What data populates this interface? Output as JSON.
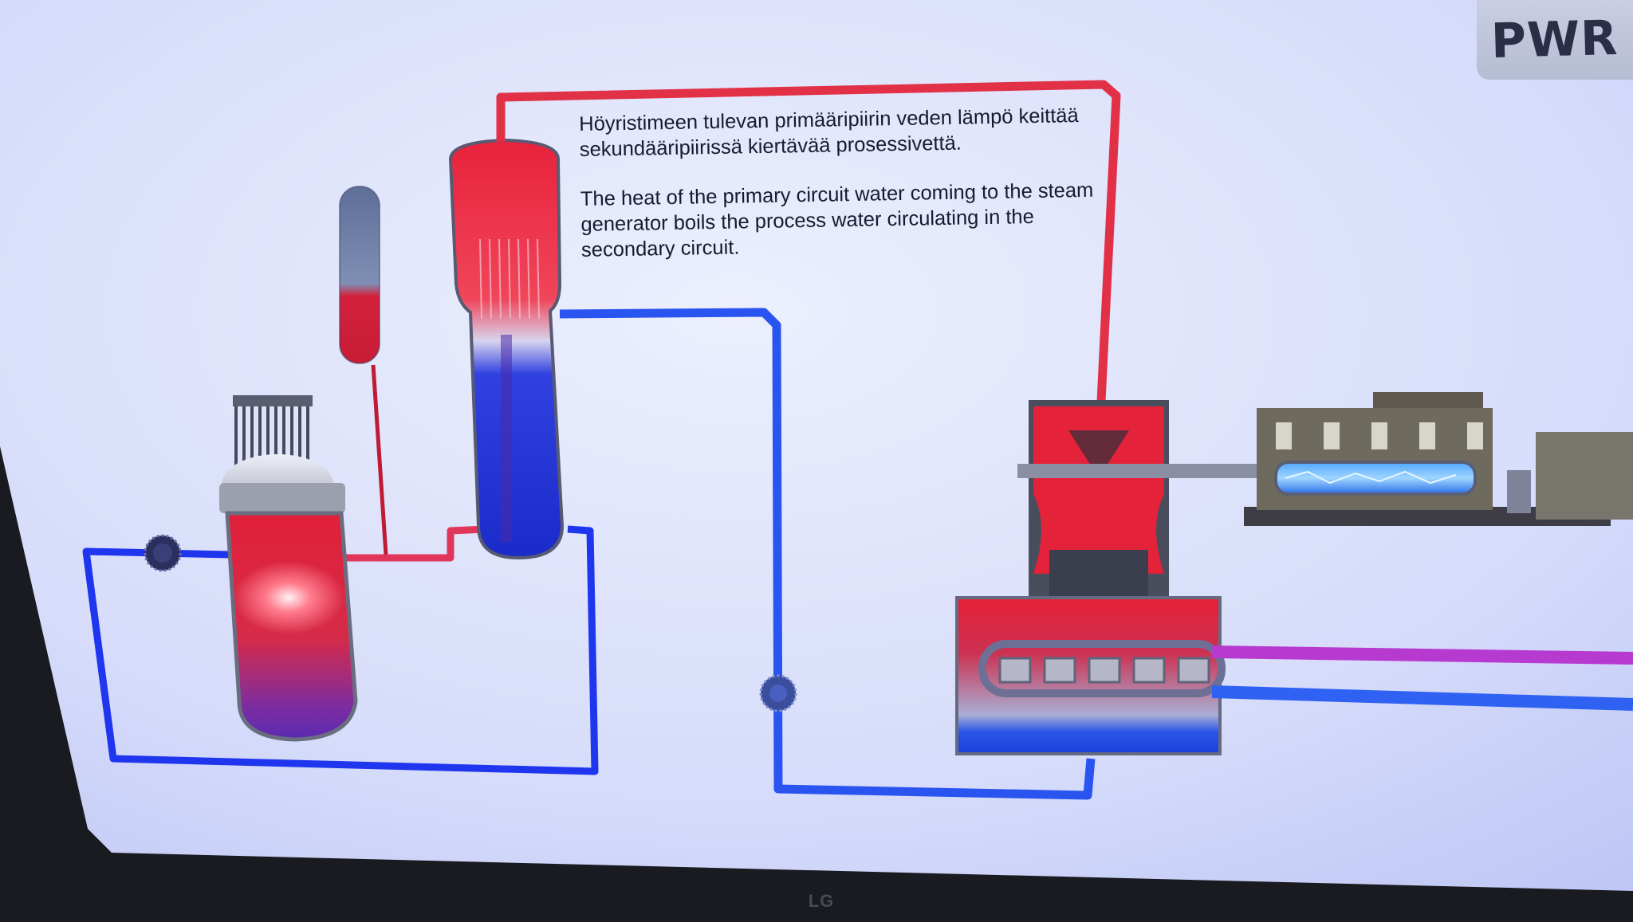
{
  "header": {
    "badge": "PWR"
  },
  "caption": {
    "finnish": "Höyristimeen tulevan primääripiirin veden lämpö keittää sekundääripiirissä kiertävää prosessivettä.",
    "english": "The heat of the primary circuit water coming to the steam generator boils the process water circulating in the secondary circuit."
  },
  "monitor": {
    "brand": "LG"
  },
  "colors": {
    "screen_bg": "#d9defa",
    "hot_water": "#e8223c",
    "cold_water": "#1f35ee",
    "steam_line": "#b73ad0",
    "monitor_bezel": "#1a1b20"
  },
  "components": {
    "reactor": "reactor-vessel",
    "pressurizer": "pressurizer",
    "steam_generator": "steam-generator",
    "turbine": "steam-turbine",
    "generator": "electric-generator",
    "condenser": "condenser",
    "pumps": [
      "primary-coolant-pump",
      "feedwater-pump"
    ]
  }
}
